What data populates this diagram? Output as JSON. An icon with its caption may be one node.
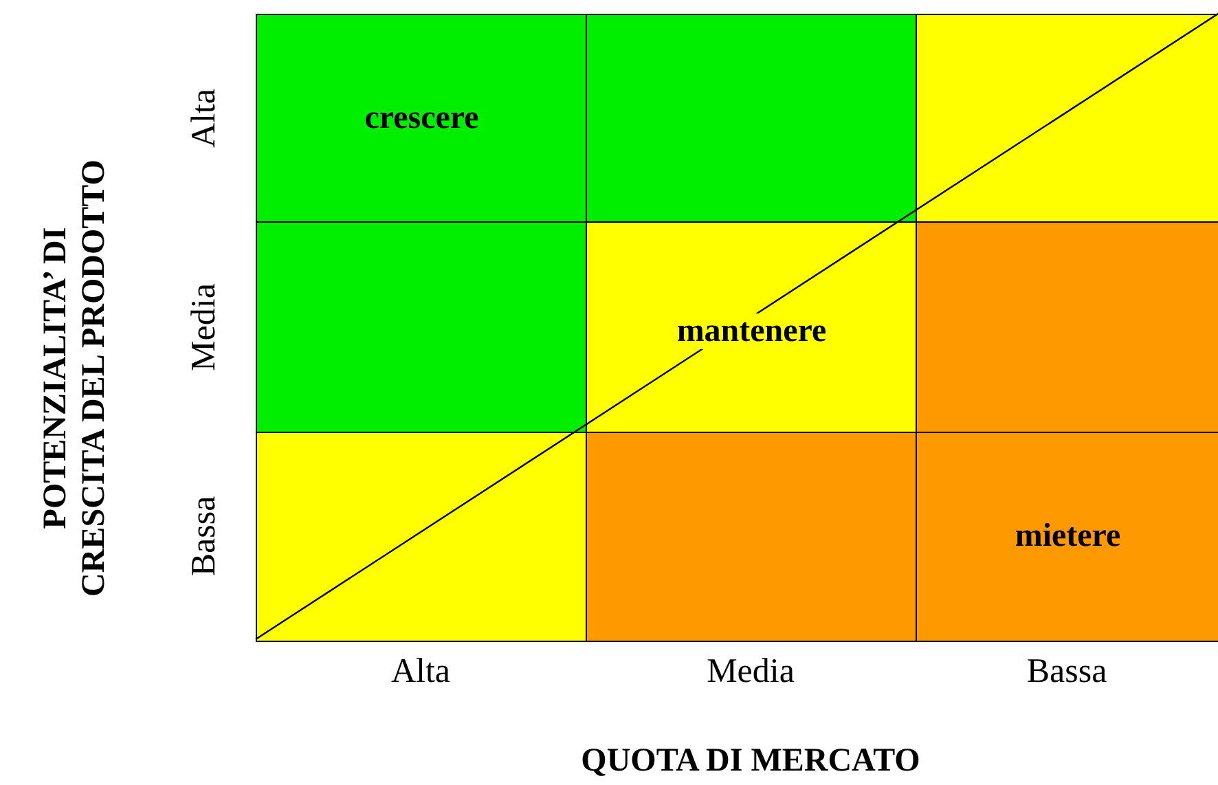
{
  "diagram": {
    "nodes": [
      {
        "text": [
          "crescere"
        ]
      },
      {
        "text": [],
        "shape": "box"
      },
      {
        "text": [],
        "shape": "box"
      },
      {
        "text": [],
        "shape": "box"
      },
      {
        "text": [
          "mantenere"
        ]
      },
      {
        "text": [],
        "shape": "box"
      },
      {
        "text": [],
        "shape": "box"
      },
      {
        "text": [],
        "shape": "box"
      },
      {
        "text": [
          "mietere"
        ]
      }
    ],
    "labels": [
      "POTENZIALITA’ DI CRESCITA DEL PRODOTTO",
      "Alta",
      "Media",
      "Bassa",
      "Alta",
      "Media",
      "Bassa",
      "QUOTA DI MERCATO"
    ]
  }
}
